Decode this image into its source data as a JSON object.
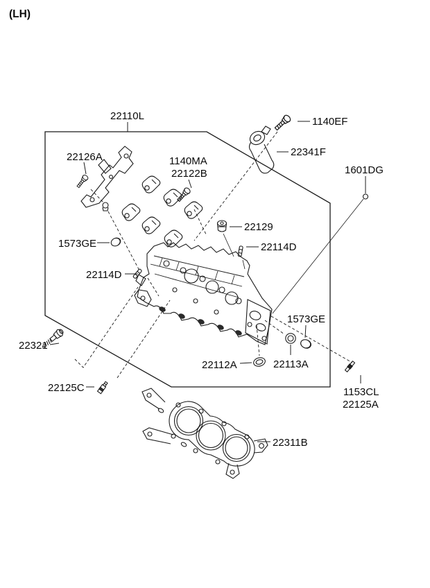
{
  "page": {
    "background": "#ffffff",
    "line_color": "#1b1b1b",
    "corner_tag": "(LH)"
  },
  "diagram": {
    "type": "exploded-parts-diagram",
    "subject": "cylinder-head-assembly",
    "callouts": {
      "c22110L": {
        "label": "22110L",
        "icon": "assembly-outline-box"
      },
      "c22126A": {
        "label": "22126A",
        "icon": "hex-bolt"
      },
      "c1140MA": {
        "label": "1140MA",
        "icon": "hex-bolt"
      },
      "c22122B": {
        "label": "22122B",
        "icon": "hex-bolt"
      },
      "c1140EF": {
        "label": "1140EF",
        "icon": "flange-bolt"
      },
      "c22341F": {
        "label": "22341F",
        "icon": "lifting-bracket"
      },
      "c1601DG": {
        "label": "1601DG",
        "icon": "dowel-pin-circle"
      },
      "c22129": {
        "label": "22129",
        "icon": "screw-plug"
      },
      "c22114D_upper": {
        "label": "22114D",
        "icon": "stud"
      },
      "c1573GE_left": {
        "label": "1573GE",
        "icon": "cup-plug"
      },
      "c22114D_left": {
        "label": "22114D",
        "icon": "stud"
      },
      "c22321": {
        "label": "22321",
        "icon": "spark-plug"
      },
      "c1573GE_right": {
        "label": "1573GE",
        "icon": "cup-plug"
      },
      "c22112A": {
        "label": "22112A",
        "icon": "valve-stem-seal"
      },
      "c22113A": {
        "label": "22113A",
        "icon": "seal-ring"
      },
      "c22125C": {
        "label": "22125C",
        "icon": "screw-sensor"
      },
      "c1153CL": {
        "label": "1153CL",
        "icon": "stud-bolt"
      },
      "c22125A": {
        "label": "22125A",
        "icon": "stud-bolt"
      },
      "c22311B": {
        "label": "22311B",
        "icon": "head-gasket"
      }
    }
  }
}
